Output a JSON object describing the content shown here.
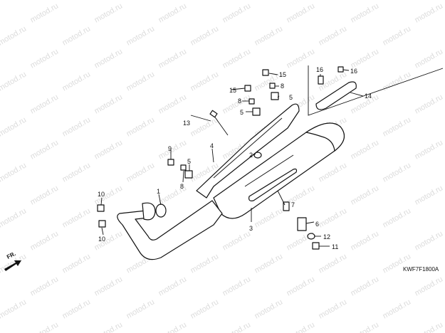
{
  "watermark": "motod.ru",
  "diagram_code": "KWF7F1800A",
  "direction_label": "FR.",
  "callouts": [
    {
      "id": "c1",
      "label": "1"
    },
    {
      "id": "c2",
      "label": "2"
    },
    {
      "id": "c3",
      "label": "3"
    },
    {
      "id": "c4",
      "label": "4"
    },
    {
      "id": "c5a",
      "label": "5"
    },
    {
      "id": "c5b",
      "label": "5"
    },
    {
      "id": "c5c",
      "label": "5"
    },
    {
      "id": "c6",
      "label": "6"
    },
    {
      "id": "c7",
      "label": "7"
    },
    {
      "id": "c8a",
      "label": "8"
    },
    {
      "id": "c8b",
      "label": "8"
    },
    {
      "id": "c8c",
      "label": "8"
    },
    {
      "id": "c9",
      "label": "9"
    },
    {
      "id": "c10a",
      "label": "10"
    },
    {
      "id": "c10b",
      "label": "10"
    },
    {
      "id": "c11",
      "label": "11"
    },
    {
      "id": "c12",
      "label": "12"
    },
    {
      "id": "c13",
      "label": "13"
    },
    {
      "id": "c14",
      "label": "14"
    },
    {
      "id": "c15a",
      "label": "15"
    },
    {
      "id": "c15b",
      "label": "15"
    },
    {
      "id": "c16a",
      "label": "16"
    },
    {
      "id": "c16b",
      "label": "16"
    }
  ]
}
